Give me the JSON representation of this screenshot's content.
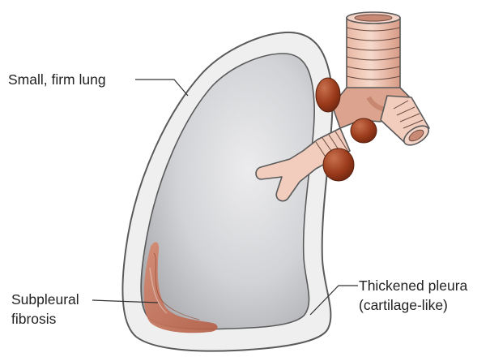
{
  "labels": {
    "small_firm_lung": "Small, firm lung",
    "subpleural_fibrosis_line1": "Subpleural",
    "subpleural_fibrosis_line2": "fibrosis",
    "thickened_pleura_line1": "Thickened pleura",
    "thickened_pleura_line2": "(cartilage-like)"
  },
  "colors": {
    "pleura_fill": "#efefef",
    "outline": "#5a5a5a",
    "lung_light": "#e7e8ea",
    "lung_dark": "#a9abaf",
    "airway_light": "#f2cdbd",
    "airway_mid": "#e3aa94",
    "airway_dark": "#b9745e",
    "lymph_node": "#9a3a1a",
    "fibrosis": "#c06a52"
  }
}
